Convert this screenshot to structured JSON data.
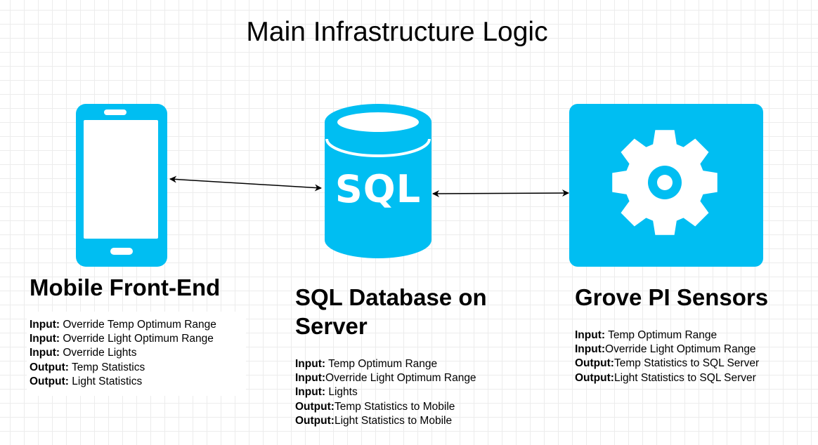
{
  "title": "Main Infrastructure Logic",
  "accent_color": "#00bef2",
  "nodes": {
    "mobile": {
      "icon": "smartphone-icon",
      "title": "Mobile Front-End",
      "lines": [
        {
          "label": "Input:",
          "text": " Override Temp Optimum Range"
        },
        {
          "label": "Input:",
          "text": " Override Light Optimum Range"
        },
        {
          "label": "Input:",
          "text": " Override Lights"
        },
        {
          "label": "Output:",
          "text": " Temp Statistics"
        },
        {
          "label": "Output:",
          "text": " Light Statistics"
        }
      ]
    },
    "sql": {
      "icon": "sql-database-icon",
      "icon_text": "SQL",
      "title_line1": "SQL Database on",
      "title_line2": "Server",
      "lines": [
        {
          "label": "Input:",
          "text": " Temp Optimum Range"
        },
        {
          "label": "Input:",
          "text": "Override Light Optimum Range"
        },
        {
          "label": "Input:",
          "text": " Lights"
        },
        {
          "label": "Output:",
          "text": "Temp Statistics to Mobile"
        },
        {
          "label": "Output:",
          "text": "Light Statistics to Mobile"
        }
      ]
    },
    "grove": {
      "icon": "gear-icon",
      "title": "Grove PI Sensors",
      "lines": [
        {
          "label": "Input:",
          "text": " Temp Optimum Range"
        },
        {
          "label": "Input:",
          "text": "Override Light Optimum Range"
        },
        {
          "label": "Output:",
          "text": "Temp Statistics to SQL Server"
        },
        {
          "label": "Output:",
          "text": "Light Statistics to SQL Server"
        }
      ]
    }
  }
}
